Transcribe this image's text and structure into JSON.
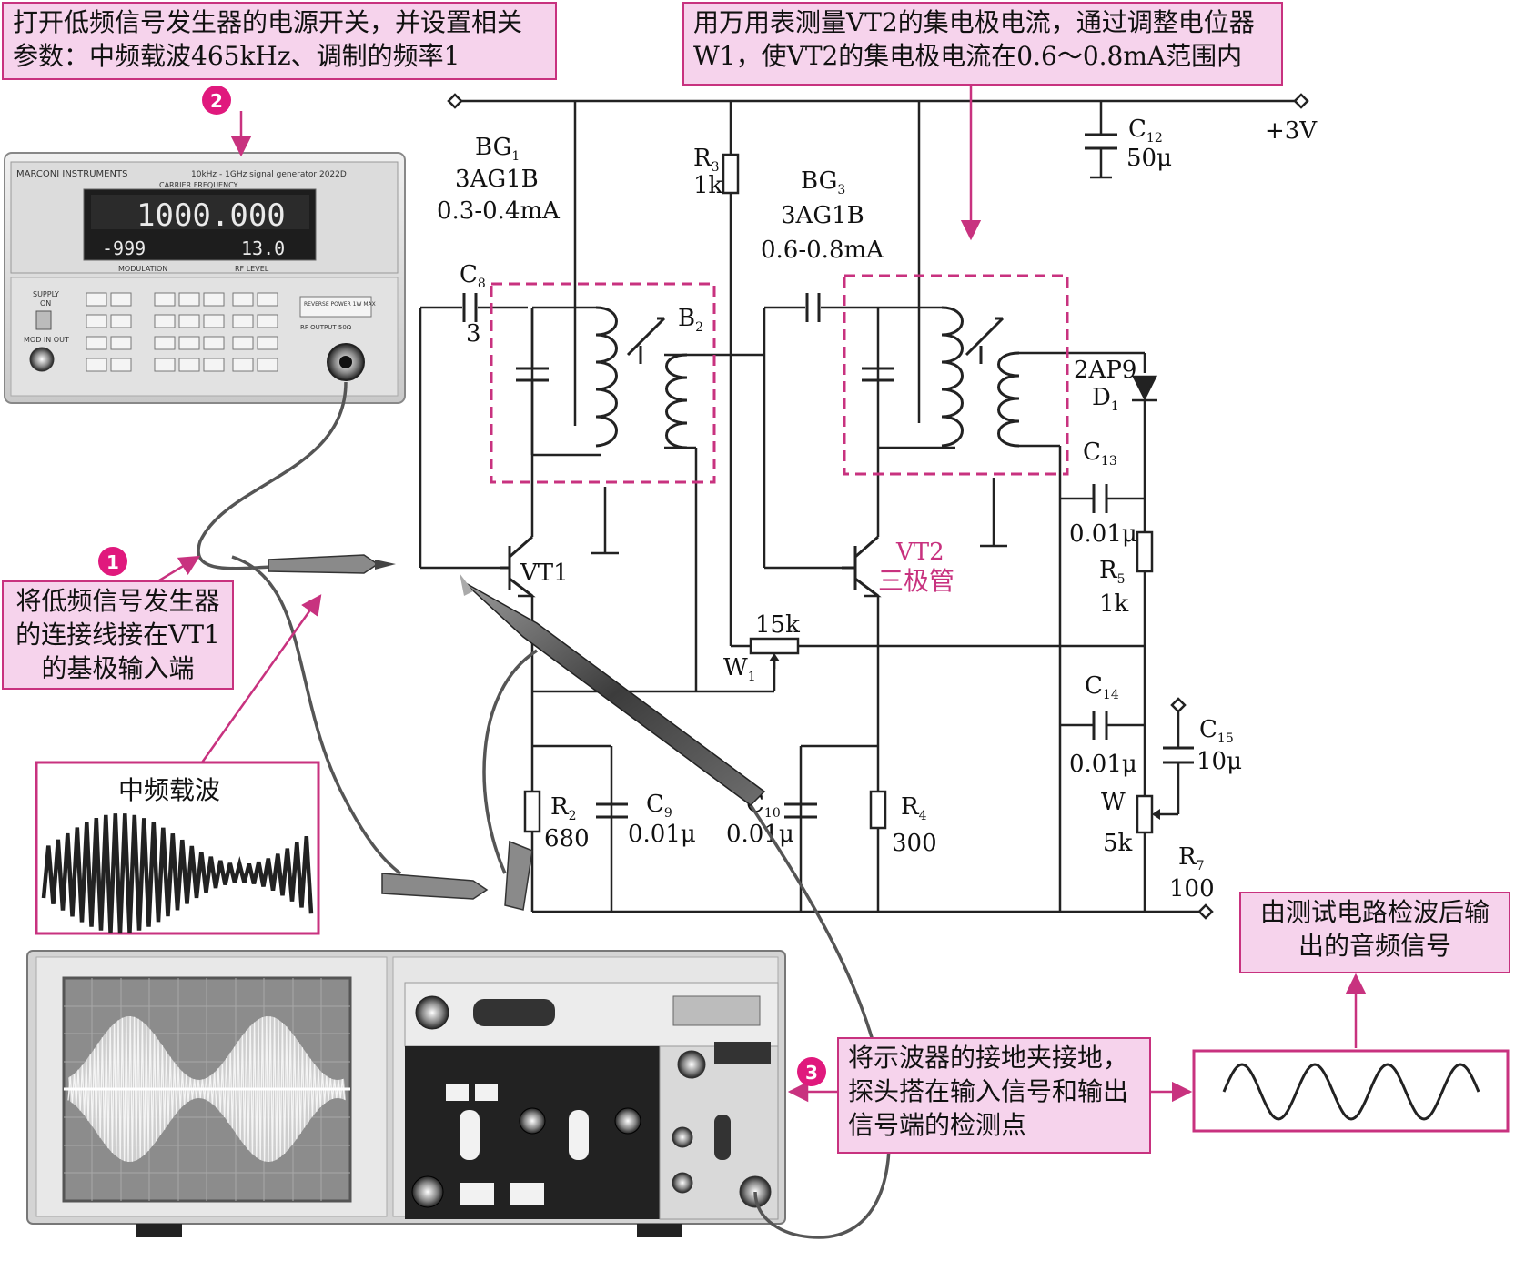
{
  "notes": {
    "generator_setup": "打开低频信号发生器的电源开关，并设置相关参数：中频载波465kHz、调制的频率1",
    "multimeter": "用万用表测量VT2的集电极电流，通过调整电位器W1，使VT2的集电极电流在0.6～0.8mA范围内",
    "connect_lead": "将低频信号发生器的连接线接在VT1的基极输入端",
    "carrier_title": "中频载波",
    "scope_probe": "将示波器的接地夹接地，探头搭在输入信号和输出信号端的检测点",
    "audio_output": "由测试电路检波后输出的音频信号"
  },
  "steps": [
    "1",
    "2",
    "3"
  ],
  "generator": {
    "brand": "MARCONI INSTRUMENTS",
    "model_line": "10kHz - 1GHz signal generator 2022D",
    "carrier_freq_label": "CARRIER FREQUENCY",
    "freq_display": "1000.000",
    "mod_display": "-999",
    "rf_display": "13.0",
    "modulation_label": "MODULATION",
    "rf_level_label": "RF LEVEL",
    "supply_label": "SUPPLY",
    "on_label": "ON",
    "mod_in_out_label": "MOD IN OUT",
    "rf_output_label": "RF OUTPUT 50Ω",
    "reverse_power_label": "REVERSE POWER 1W MAX"
  },
  "circuit": {
    "supply": "+3V",
    "bg1": {
      "name": "BG",
      "sub": "1",
      "type": "3AG1B",
      "current": "0.3-0.4mA"
    },
    "bg3": {
      "name": "BG",
      "sub": "3",
      "type": "3AG1B",
      "current": "0.6-0.8mA"
    },
    "r3": {
      "name": "R",
      "sub": "3",
      "value": "1k"
    },
    "c12": {
      "name": "C",
      "sub": "12",
      "value": "50μ"
    },
    "c8": {
      "name": "C",
      "sub": "8",
      "value": "3"
    },
    "b2": {
      "name": "B",
      "sub": "2"
    },
    "d1": {
      "name": "D",
      "sub": "1",
      "type": "2AP9"
    },
    "c13": {
      "name": "C",
      "sub": "13",
      "value": "0.01μ"
    },
    "r5": {
      "name": "R",
      "sub": "5",
      "value": "1k"
    },
    "vt1": "VT1",
    "vt2": "VT2",
    "vt2_desc": "三极管",
    "w1": {
      "name": "W",
      "sub": "1",
      "value": "15k"
    },
    "c14": {
      "name": "C",
      "sub": "14",
      "value": "0.01μ"
    },
    "c15": {
      "name": "C",
      "sub": "15",
      "value": "10μ"
    },
    "w": {
      "name": "W",
      "value": "5k"
    },
    "r7": {
      "name": "R",
      "sub": "7",
      "value": "100"
    },
    "r2": {
      "name": "R",
      "sub": "2",
      "value": "680"
    },
    "c9": {
      "name": "C",
      "sub": "9",
      "value": "0.01μ"
    },
    "c10": {
      "name": "C",
      "sub": "10",
      "value": "0.01μ"
    },
    "r4": {
      "name": "R",
      "sub": "4",
      "value": "300"
    }
  },
  "colors": {
    "accent": "#c8327f",
    "note_fill": "#f6d3ec",
    "step_badge": "#e0197d"
  }
}
